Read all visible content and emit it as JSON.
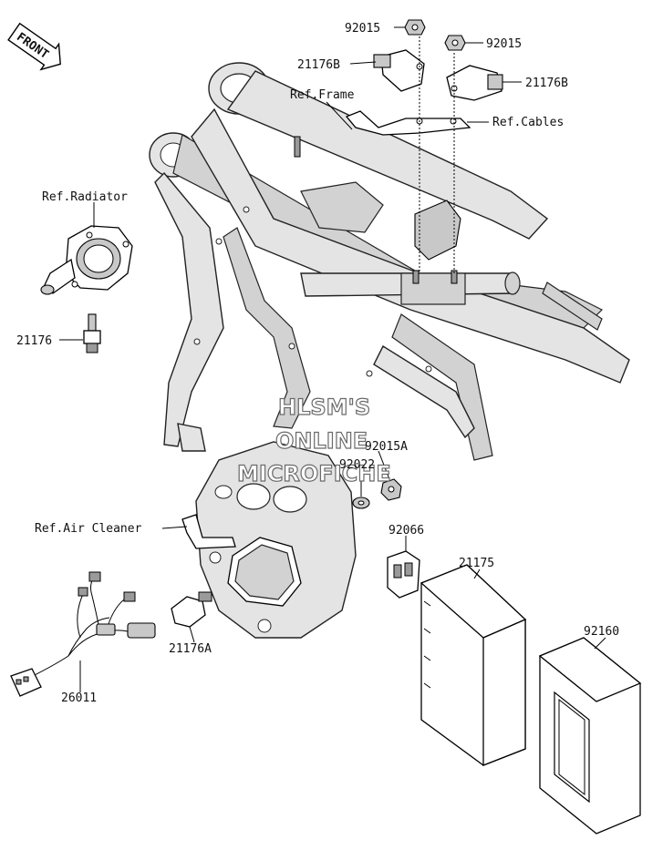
{
  "front_badge": "FRONT",
  "watermark": {
    "line1": "HLSM'S",
    "line2": "ONLINE",
    "line3": "MICROFICHE"
  },
  "parts": {
    "p92015_left": "92015",
    "p92015_right": "92015",
    "p21176B_left": "21176B",
    "p21176B_right": "21176B",
    "ref_frame": "Ref.Frame",
    "ref_cables": "Ref.Cables",
    "ref_radiator": "Ref.Radiator",
    "p21176": "21176",
    "p92015A": "92015A",
    "p92022": "92022",
    "ref_air_cleaner": "Ref.Air Cleaner",
    "p92066": "92066",
    "p21175": "21175",
    "p92160": "92160",
    "p21176A": "21176A",
    "p26011": "26011"
  }
}
